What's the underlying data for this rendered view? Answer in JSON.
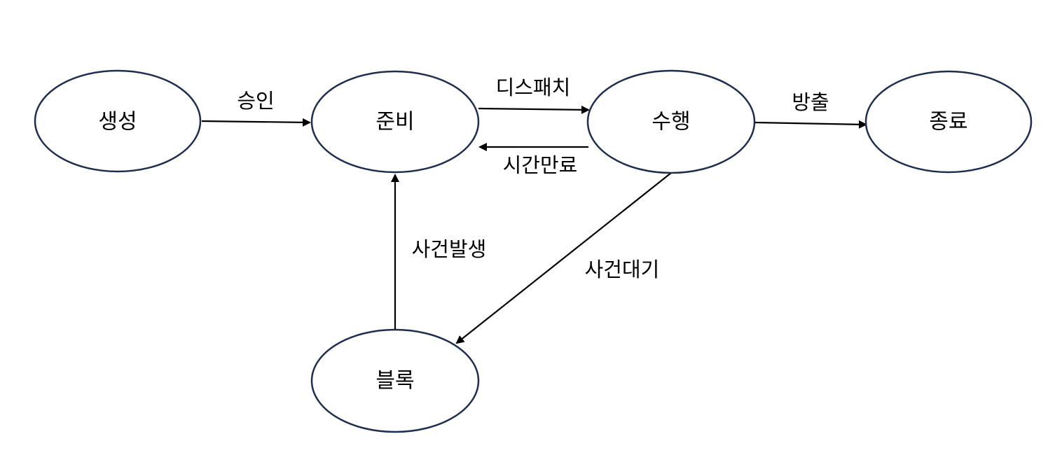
{
  "diagram": {
    "nodes": {
      "create": "생성",
      "ready": "준비",
      "run": "수행",
      "exit": "종료",
      "block": "블록"
    },
    "edges": {
      "approve": "승인",
      "dispatch": "디스패치",
      "timeout": "시간만료",
      "release": "방출",
      "event_wait": "사건대기",
      "event_occur": "사건발생"
    },
    "colors": {
      "node_border": "#1f2d4f",
      "arrow": "#000000"
    }
  }
}
